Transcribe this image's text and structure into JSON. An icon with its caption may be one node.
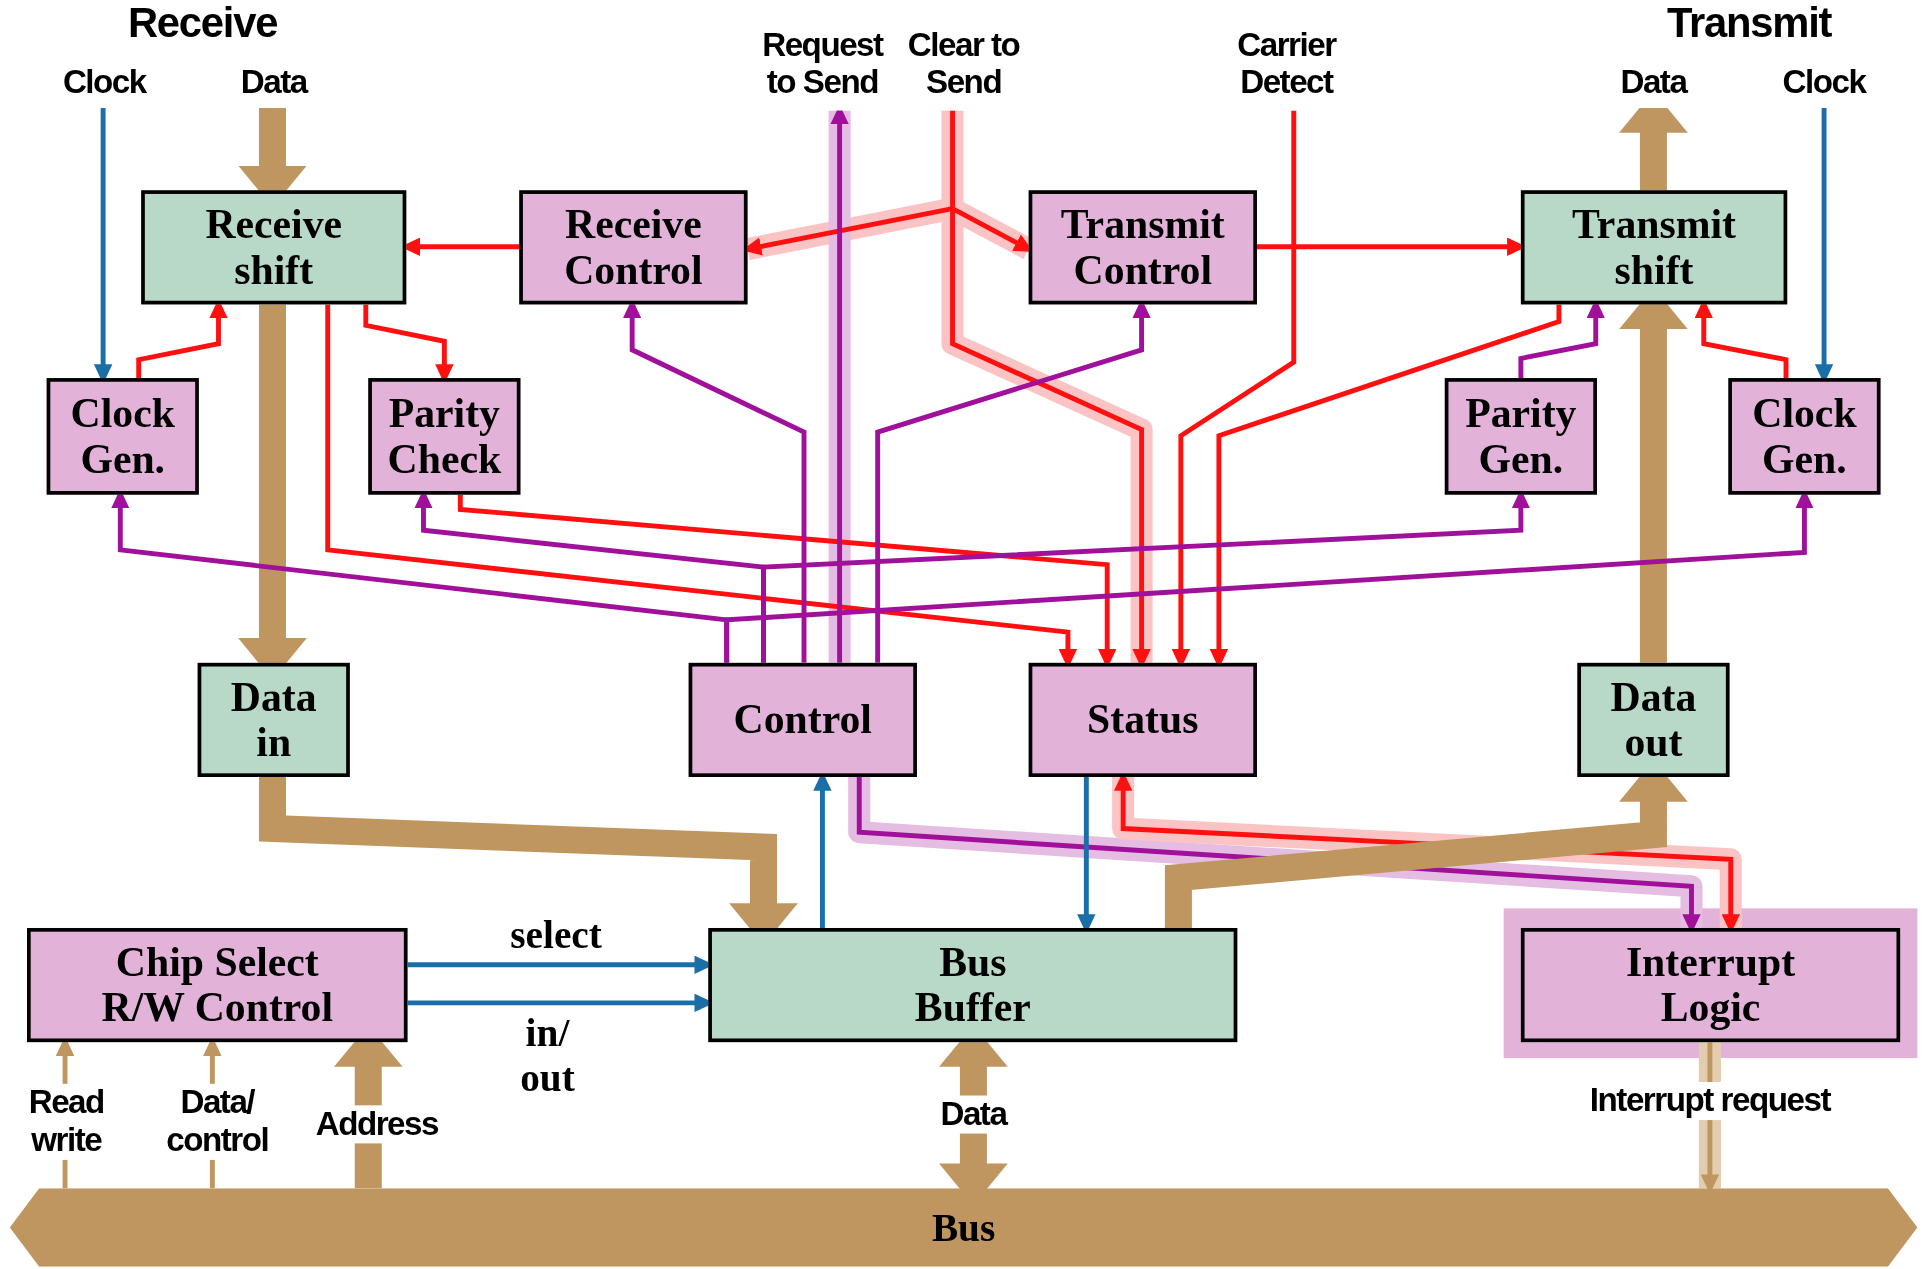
{
  "diagram": {
    "nodes": [
      {
        "text": [
          "Receive shift"
        ]
      },
      {
        "text": [
          "Receive Control"
        ]
      },
      {
        "text": [
          "Transmit Control"
        ]
      },
      {
        "text": [
          "Transmit shift"
        ]
      },
      {
        "text": [
          "Clock Gen."
        ]
      },
      {
        "text": [
          "Parity Check"
        ]
      },
      {
        "text": [
          "Parity Gen."
        ]
      },
      {
        "text": [
          "Clock Gen."
        ]
      },
      {
        "text": [
          "Data in"
        ]
      },
      {
        "text": [
          "Control"
        ]
      },
      {
        "text": [
          "Status"
        ]
      },
      {
        "text": [
          "Data out"
        ]
      },
      {
        "text": [
          "Chip Select R/W Control"
        ]
      },
      {
        "text": [
          "Bus Buffer"
        ]
      },
      {
        "text": [
          "Interrupt Logic"
        ]
      },
      {
        "text": [
          "Bus"
        ]
      },
      {
        "text": [
          "Clock"
        ]
      },
      {
        "text": [
          "Data"
        ]
      },
      {
        "text": [
          "Request to Send"
        ]
      },
      {
        "text": [
          "Clear to Send"
        ]
      },
      {
        "text": [
          "Carrier Detect"
        ]
      },
      {
        "text": [
          "Data"
        ]
      },
      {
        "text": [
          "Clock"
        ]
      }
    ],
    "edges": [
      {
        "from": 16,
        "to": 4,
        "arrow": "to",
        "color": "#1a6fa8"
      },
      {
        "from": 17,
        "to": 0,
        "arrow": "to",
        "style": "thick",
        "color": "#bf9660"
      },
      {
        "from": 1,
        "to": 0,
        "arrow": "to",
        "color": "#ff1010"
      },
      {
        "from": 4,
        "to": 0,
        "arrow": "to",
        "color": "#ff1010"
      },
      {
        "from": 0,
        "to": 5,
        "arrow": "to",
        "color": "#ff1010"
      },
      {
        "from": 0,
        "to": 8,
        "arrow": "to",
        "style": "thick",
        "color": "#bf9660"
      },
      {
        "from": 0,
        "to": 10,
        "arrow": "to",
        "color": "#ff1010"
      },
      {
        "from": 5,
        "to": 10,
        "arrow": "to",
        "color": "#ff1010"
      },
      {
        "from": 19,
        "to": 1,
        "arrow": "to",
        "color": "#ff1010"
      },
      {
        "from": 19,
        "to": 2,
        "arrow": "to",
        "color": "#ff1010"
      },
      {
        "from": 19,
        "to": 10,
        "arrow": "to",
        "color": "#ff1010"
      },
      {
        "from": 20,
        "to": 10,
        "arrow": "to",
        "color": "#ff1010"
      },
      {
        "from": 2,
        "to": 3,
        "arrow": "to",
        "color": "#ff1010"
      },
      {
        "from": 3,
        "to": 10,
        "arrow": "to",
        "color": "#ff1010"
      },
      {
        "from": 7,
        "to": 3,
        "arrow": "to",
        "color": "#ff1010"
      },
      {
        "from": 22,
        "to": 7,
        "arrow": "to",
        "color": "#1a6fa8"
      },
      {
        "from": 11,
        "to": 3,
        "arrow": "to",
        "style": "thick",
        "color": "#bf9660"
      },
      {
        "from": 3,
        "to": 21,
        "arrow": "to",
        "style": "thick",
        "color": "#bf9660"
      },
      {
        "from": 9,
        "to": 1,
        "arrow": "to",
        "color": "#a0109a"
      },
      {
        "from": 9,
        "to": 2,
        "arrow": "to",
        "color": "#a0109a"
      },
      {
        "from": 9,
        "to": 4,
        "arrow": "to",
        "color": "#a0109a"
      },
      {
        "from": 9,
        "to": 5,
        "arrow": "to",
        "color": "#a0109a"
      },
      {
        "from": 9,
        "to": 6,
        "arrow": "to",
        "color": "#a0109a"
      },
      {
        "from": 9,
        "to": 7,
        "arrow": "to",
        "color": "#a0109a"
      },
      {
        "from": 6,
        "to": 3,
        "arrow": "to",
        "color": "#a0109a"
      },
      {
        "from": 9,
        "to": 14,
        "arrow": "to",
        "color": "#a0109a"
      },
      {
        "from": 9,
        "to": 18,
        "arrow": "to",
        "color": "#a0109a"
      },
      {
        "from": 10,
        "to": 14,
        "arrow": "both",
        "color": "#ff1010"
      },
      {
        "from": 13,
        "to": 9,
        "arrow": "to",
        "color": "#1a6fa8"
      },
      {
        "from": 10,
        "to": 13,
        "arrow": "to",
        "color": "#1a6fa8"
      },
      {
        "from": 8,
        "to": 13,
        "arrow": "to",
        "style": "thick",
        "color": "#bf9660"
      },
      {
        "from": 13,
        "to": 11,
        "arrow": "to",
        "style": "thick",
        "color": "#bf9660"
      },
      {
        "from": 12,
        "to": 13,
        "arrow": "to",
        "label": "select",
        "color": "#1a6fa8"
      },
      {
        "from": 12,
        "to": 13,
        "arrow": "to",
        "label": "in/ out",
        "color": "#1a6fa8"
      },
      {
        "from": 15,
        "to": 12,
        "arrow": "to",
        "label": "Read write",
        "color": "#bf9660"
      },
      {
        "from": 15,
        "to": 12,
        "arrow": "to",
        "label": "Data/ control",
        "color": "#bf9660"
      },
      {
        "from": 15,
        "to": 12,
        "arrow": "to",
        "label": "Address",
        "style": "thick",
        "color": "#bf9660"
      },
      {
        "from": 13,
        "to": 15,
        "arrow": "both",
        "label": "Data",
        "style": "thick",
        "color": "#bf9660"
      },
      {
        "from": 14,
        "to": 15,
        "arrow": "to",
        "label": "Interrupt request",
        "color": "#bf9660"
      }
    ],
    "labels": [
      "Receive",
      "Transmit"
    ]
  }
}
